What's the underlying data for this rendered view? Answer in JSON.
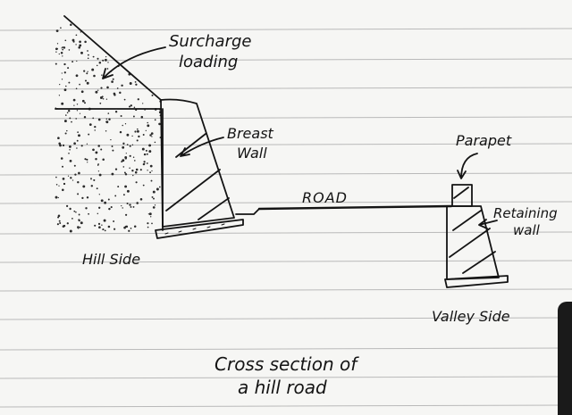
{
  "diagram": {
    "title_line1": "Cross section of",
    "title_line2": "a hill road",
    "labels": {
      "surcharge_line1": "Surcharge",
      "surcharge_line2": "loading",
      "breast_line1": "Breast",
      "breast_line2": "Wall",
      "road": "ROAD",
      "parapet": "Parapet",
      "retaining_line1": "Retaining",
      "retaining_line2": "wall",
      "hill_side": "Hill Side",
      "valley_side": "Valley Side"
    },
    "colors": {
      "ink": "#141414",
      "paper": "#f6f6f4",
      "rule": "#b9b9b9"
    }
  }
}
